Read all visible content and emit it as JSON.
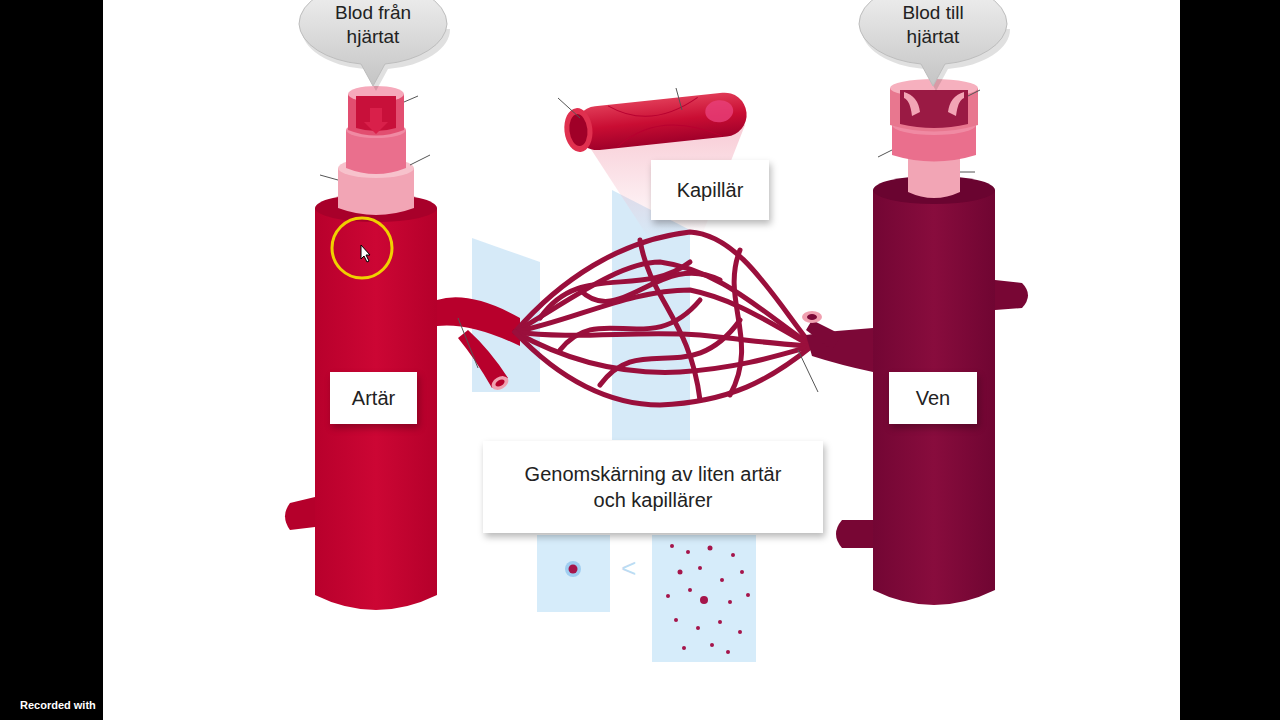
{
  "diagram": {
    "nodes": [
      {
        "text": [
          "Blod från hjärtat"
        ]
      },
      {
        "text": [
          "Blod till hjärtat"
        ]
      },
      {
        "text": [
          "Kapillär"
        ]
      },
      {
        "text": [
          "Artär"
        ]
      },
      {
        "text": [
          "Ven"
        ]
      },
      {
        "text": [
          "Genomskärning av liten artär och kapillärer"
        ]
      }
    ],
    "labels": [
      "<",
      "Recorded with"
    ]
  }
}
